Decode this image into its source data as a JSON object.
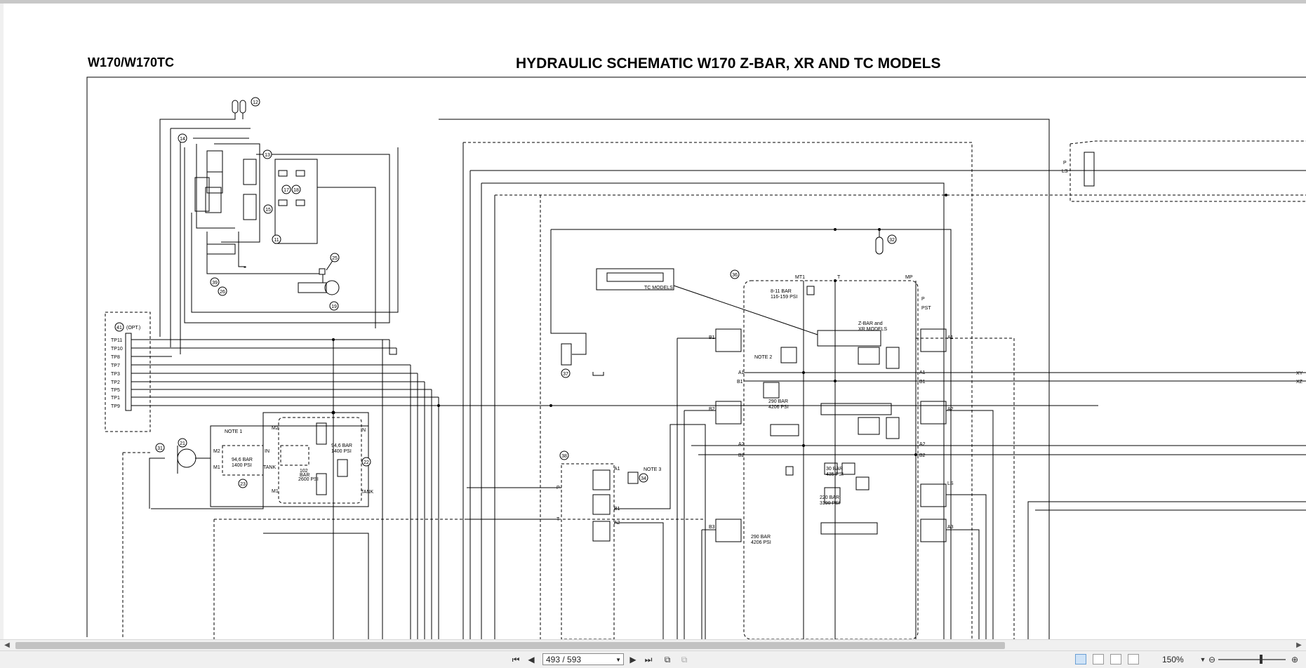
{
  "document": {
    "model": "W170/W170TC",
    "title": "HYDRAULIC SCHEMATIC W170 Z-BAR, XR AND TC MODELS"
  },
  "diagram": {
    "test_ports_header": "(OPT.)",
    "test_ports": [
      "TP11",
      "TP10",
      "TP8",
      "TP7",
      "TP3",
      "TP2",
      "TP5",
      "TP1",
      "TP9"
    ],
    "callouts": [
      "12",
      "14",
      "13",
      "17",
      "18",
      "15",
      "11",
      "25",
      "39",
      "26",
      "19",
      "41",
      "21",
      "31",
      "23",
      "22",
      "32",
      "36",
      "37",
      "38",
      "34"
    ],
    "labels": {
      "tc_models": "TC MODELS",
      "zbar_xr_models": "Z-BAR and\nXR MODELS",
      "note1": "NOTE 1",
      "note2": "NOTE 2",
      "note3": "NOTE 3",
      "mt1": "MT1",
      "t": "T",
      "mp": "MP",
      "p": "P",
      "pst": "PST",
      "ls": "LS",
      "xy": "XY",
      "xz": "XZ",
      "in": "IN",
      "tank": "TANK",
      "m1": "M1",
      "m2": "M2",
      "ls_top": "LS",
      "p_top": "P"
    },
    "pressures": {
      "p_8_11_bar": "8-11 BAR",
      "p_116_159_psi": "116-159 PSI",
      "p_290_bar": "290 BAR",
      "p_4206_psi": "4206 PSI",
      "p_30_bar": "30 BAR",
      "p_435_psi": "435 PSI",
      "p_220_bar": "220 BAR",
      "p_3190_psi": "3190 PSI",
      "p_290_bar_b": "290 BAR",
      "p_4206_psi_b": "4206 PSI",
      "p_102_bar": "102",
      "p_bar": "BAR",
      "p_2600_psi": "2600 PSI",
      "p_94_bar": "94,6 BAR",
      "p_1400_psi": "1400 PSI",
      "p_94_bar_b": "94,6 BAR",
      "p_1400_psi_b": "1400 PSI"
    },
    "port_labels": {
      "b1": "B1",
      "a1": "A1",
      "b2": "B2",
      "a2": "A2",
      "b3": "B3",
      "a3": "A3"
    }
  },
  "viewer": {
    "page_indicator": "493 / 593",
    "zoom": "150%"
  },
  "colors": {
    "line": "#000000",
    "page_bg": "#ffffff",
    "chrome_bg": "#f0f0f0"
  }
}
